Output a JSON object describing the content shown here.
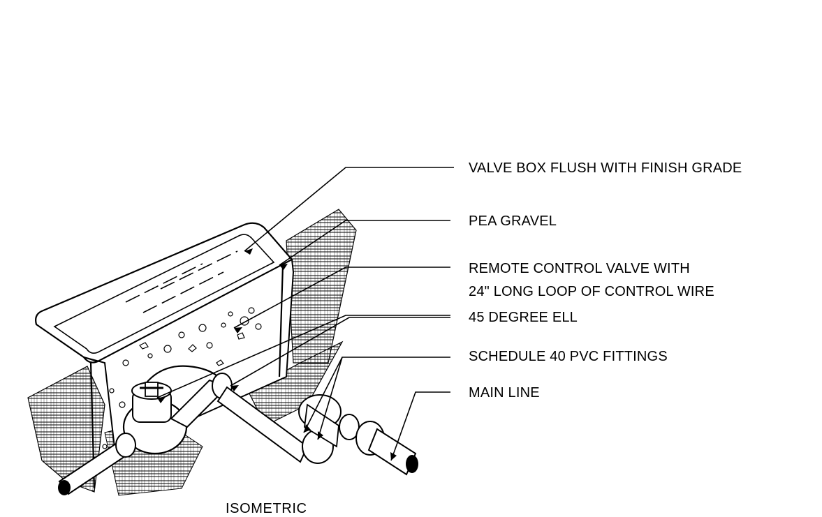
{
  "labels": {
    "valve_box": "VALVE BOX FLUSH WITH FINISH GRADE",
    "pea_gravel": "PEA GRAVEL",
    "remote_valve_line1": "REMOTE CONTROL VALVE WITH",
    "remote_valve_line2": "24\" LONG LOOP OF CONTROL WIRE",
    "ell": "45 DEGREE ELL",
    "fittings": "SCHEDULE 40 PVC FITTINGS",
    "main_line": "MAIN LINE"
  },
  "caption": "ISOMETRIC",
  "colors": {
    "ink": "#000000",
    "background": "#ffffff"
  }
}
